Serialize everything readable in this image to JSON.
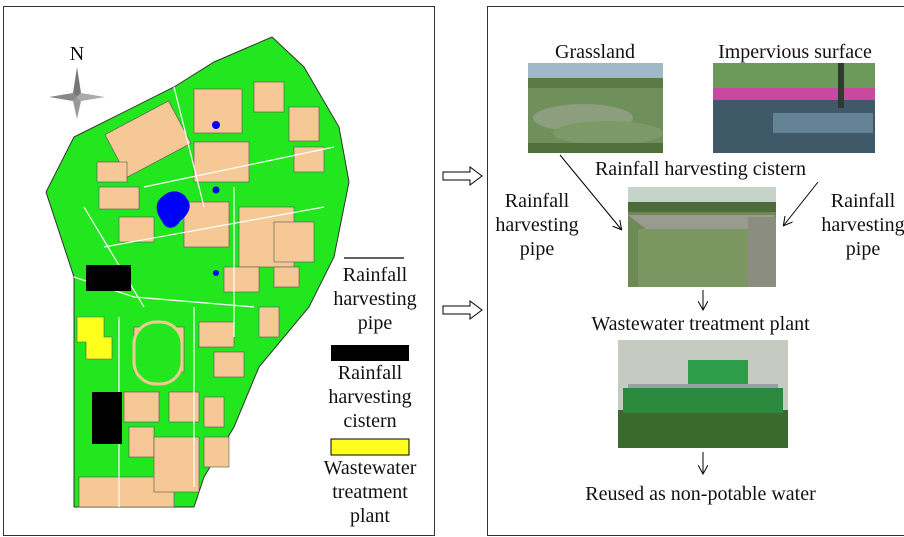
{
  "compass": {
    "label": "N"
  },
  "legend": {
    "pipe": [
      "Rainfall",
      "harvesting",
      "pipe"
    ],
    "cistern": [
      "Rainfall",
      "harvesting",
      "cistern"
    ],
    "plant": [
      "Wastewater",
      "treatment",
      "plant"
    ]
  },
  "flow": {
    "grassland": "Grassland",
    "impervious": "Impervious surface",
    "cistern_title": "Rainfall harvesting cistern",
    "pipe_left": [
      "Rainfall",
      "harvesting",
      "pipe"
    ],
    "pipe_right": [
      "Rainfall",
      "harvesting",
      "pipe"
    ],
    "plant_title": "Wastewater treatment plant",
    "reuse": "Reused as non-potable water"
  },
  "colors": {
    "green": "#22e61e",
    "tan": "#f5c896",
    "cistern": "#000000",
    "plant": "#ffff1e",
    "water": "#0000ff"
  }
}
